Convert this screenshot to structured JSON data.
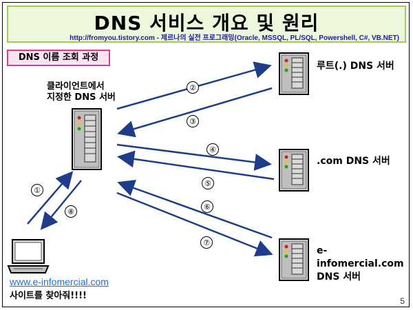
{
  "title": "DNS 서비스 개요 및 원리",
  "subtitle": "http://fromyou.tistory.com - 제르나의 실전 프로그래밍(Oracle, MSSQL, PL/SQL, Powershell, C#, VB.NET)",
  "section_label": "DNS 이름 조회 과정",
  "client_dns_label_line1": "클라이언트에서",
  "client_dns_label_line2": "지정한 DNS 서버",
  "root_dns_label": "루트(.) DNS 서버",
  "com_dns_label": ".com DNS 서버",
  "target_dns_label_line1": "e-",
  "target_dns_label_line2": "infomercial.com",
  "target_dns_label_line3": "DNS 서버",
  "laptop_link": "www.e-infomercial.com",
  "laptop_caption": "사이트를 찾아줘!!!!",
  "steps": [
    "①",
    "②",
    "③",
    "④",
    "⑤",
    "⑥",
    "⑦",
    "⑧"
  ],
  "page_number": "5",
  "colors": {
    "title_bg": "#edf7dc",
    "title_border": "#a7c957",
    "section_border": "#e03a8f",
    "arrow": "#1e3c8a",
    "link": "#1a6fcf"
  }
}
